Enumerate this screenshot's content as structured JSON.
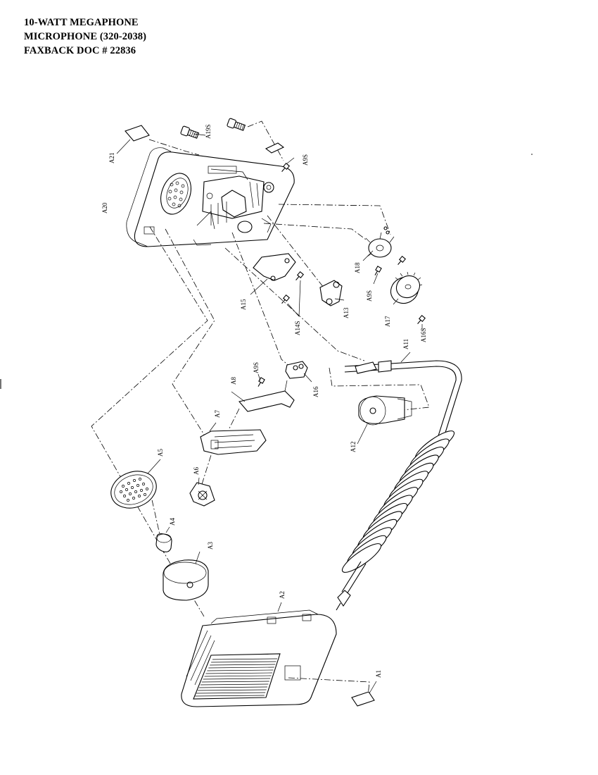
{
  "title": {
    "line1": "10-WATT MEGAPHONE",
    "line2": "MICROPHONE  (320-2038)",
    "line3": "FAXBACK DOC # 22836"
  },
  "parts": {
    "A1": "A1",
    "A2": "A2",
    "A3": "A3",
    "A4": "A4",
    "A5": "A5",
    "A6": "A6",
    "A7": "A7",
    "A8": "A8",
    "A9S_mid": "A9S",
    "A9S_top": "A9S",
    "A9S_right": "A9S",
    "A11": "A11",
    "A12": "A12",
    "A13": "A13",
    "A14S": "A14S",
    "A15": "A15",
    "A16": "A16",
    "A16S": "A16S",
    "A17": "A17",
    "A18": "A18",
    "A19S": "A19S",
    "A20": "A20",
    "A21": "A21"
  }
}
